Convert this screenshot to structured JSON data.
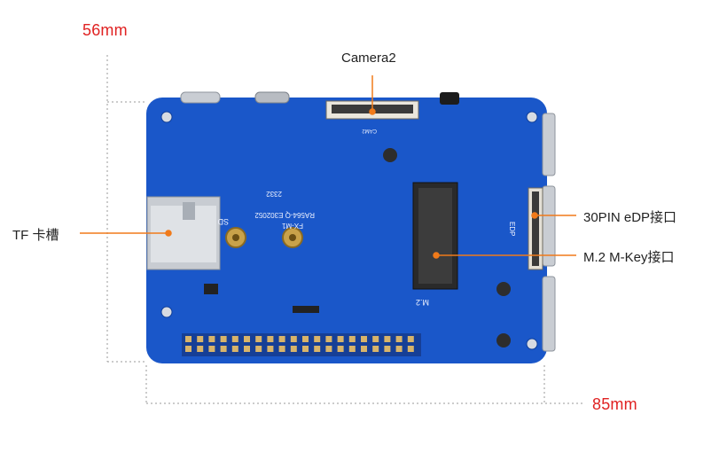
{
  "dimensions": {
    "height_label": "56mm",
    "width_label": "85mm",
    "color": "#e02222"
  },
  "callouts": {
    "camera": "Camera2",
    "tf_slot": "TF 卡槽",
    "edp": "30PIN eDP接口",
    "m2": "M.2 M-Key接口"
  },
  "board_silkscreen": {
    "model": "FX-M1",
    "code": "RA564-Q E302052",
    "year": "2332",
    "sd": "SD",
    "m2_label": "M.2",
    "edp_label": "EDP",
    "cam_label": "CAM2"
  },
  "colors": {
    "board": "#1a57c9",
    "leader": "#f07a1a",
    "dim_line": "#9a9a9a"
  }
}
